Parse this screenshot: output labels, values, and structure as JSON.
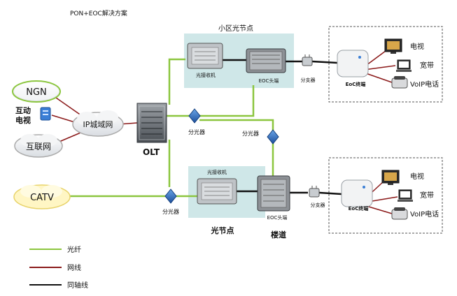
{
  "title": "PON+EOC解决方案",
  "clouds": {
    "ngn": "NGN",
    "ip_network": "IP城域网",
    "internet": "互联网",
    "catv": "CATV"
  },
  "interactive_tv": "互动\n电视",
  "olt": "OLT",
  "community_node": {
    "title": "小区光节点",
    "optical_receiver": "光接收机",
    "eoc_head": "EOC头端"
  },
  "lower_node": {
    "optical_receiver": "光接收机",
    "eoc_head": "EOC头端",
    "node_label": "光节点",
    "building_label": "楼道"
  },
  "splitters": {
    "optical_mid": "分光器",
    "optical_vertical": "分光器",
    "optical_lower": "分光器",
    "branch_upper": "分支器",
    "branch_lower": "分支器"
  },
  "terminals": {
    "eoc_terminal": "EoC终端",
    "tv": "电视",
    "broadband": "宽带",
    "voip": "VoIP电话"
  },
  "legend": [
    {
      "label": "光纤",
      "color": "#8cc63f"
    },
    {
      "label": "网线",
      "color": "#8b1a1a"
    },
    {
      "label": "同轴线",
      "color": "#111111"
    }
  ]
}
